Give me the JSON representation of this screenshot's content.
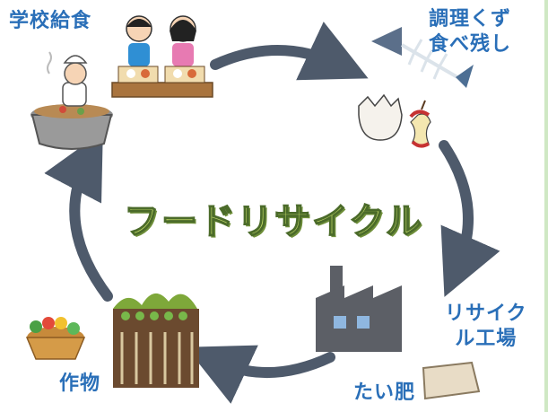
{
  "title": "フードリサイクル",
  "labels": {
    "school_lunch": "学校給食",
    "food_waste": "調理くず\n食べ残し",
    "recycling_plant": "リサイク\nル工場",
    "compost": "たい肥",
    "crops": "作物"
  },
  "colors": {
    "label_text": "#2a6fb8",
    "arrow": "#4e5a6b",
    "title_fill": "#c6dc6a",
    "title_outline": "#4b6b2a"
  },
  "icons": [
    "chef-cooking-icon",
    "children-lunch-icon",
    "fish-bone-icon",
    "eggshell-icon",
    "apple-core-icon",
    "factory-icon",
    "compost-bag-icon",
    "vegetable-basket-icon",
    "field-crops-icon"
  ]
}
